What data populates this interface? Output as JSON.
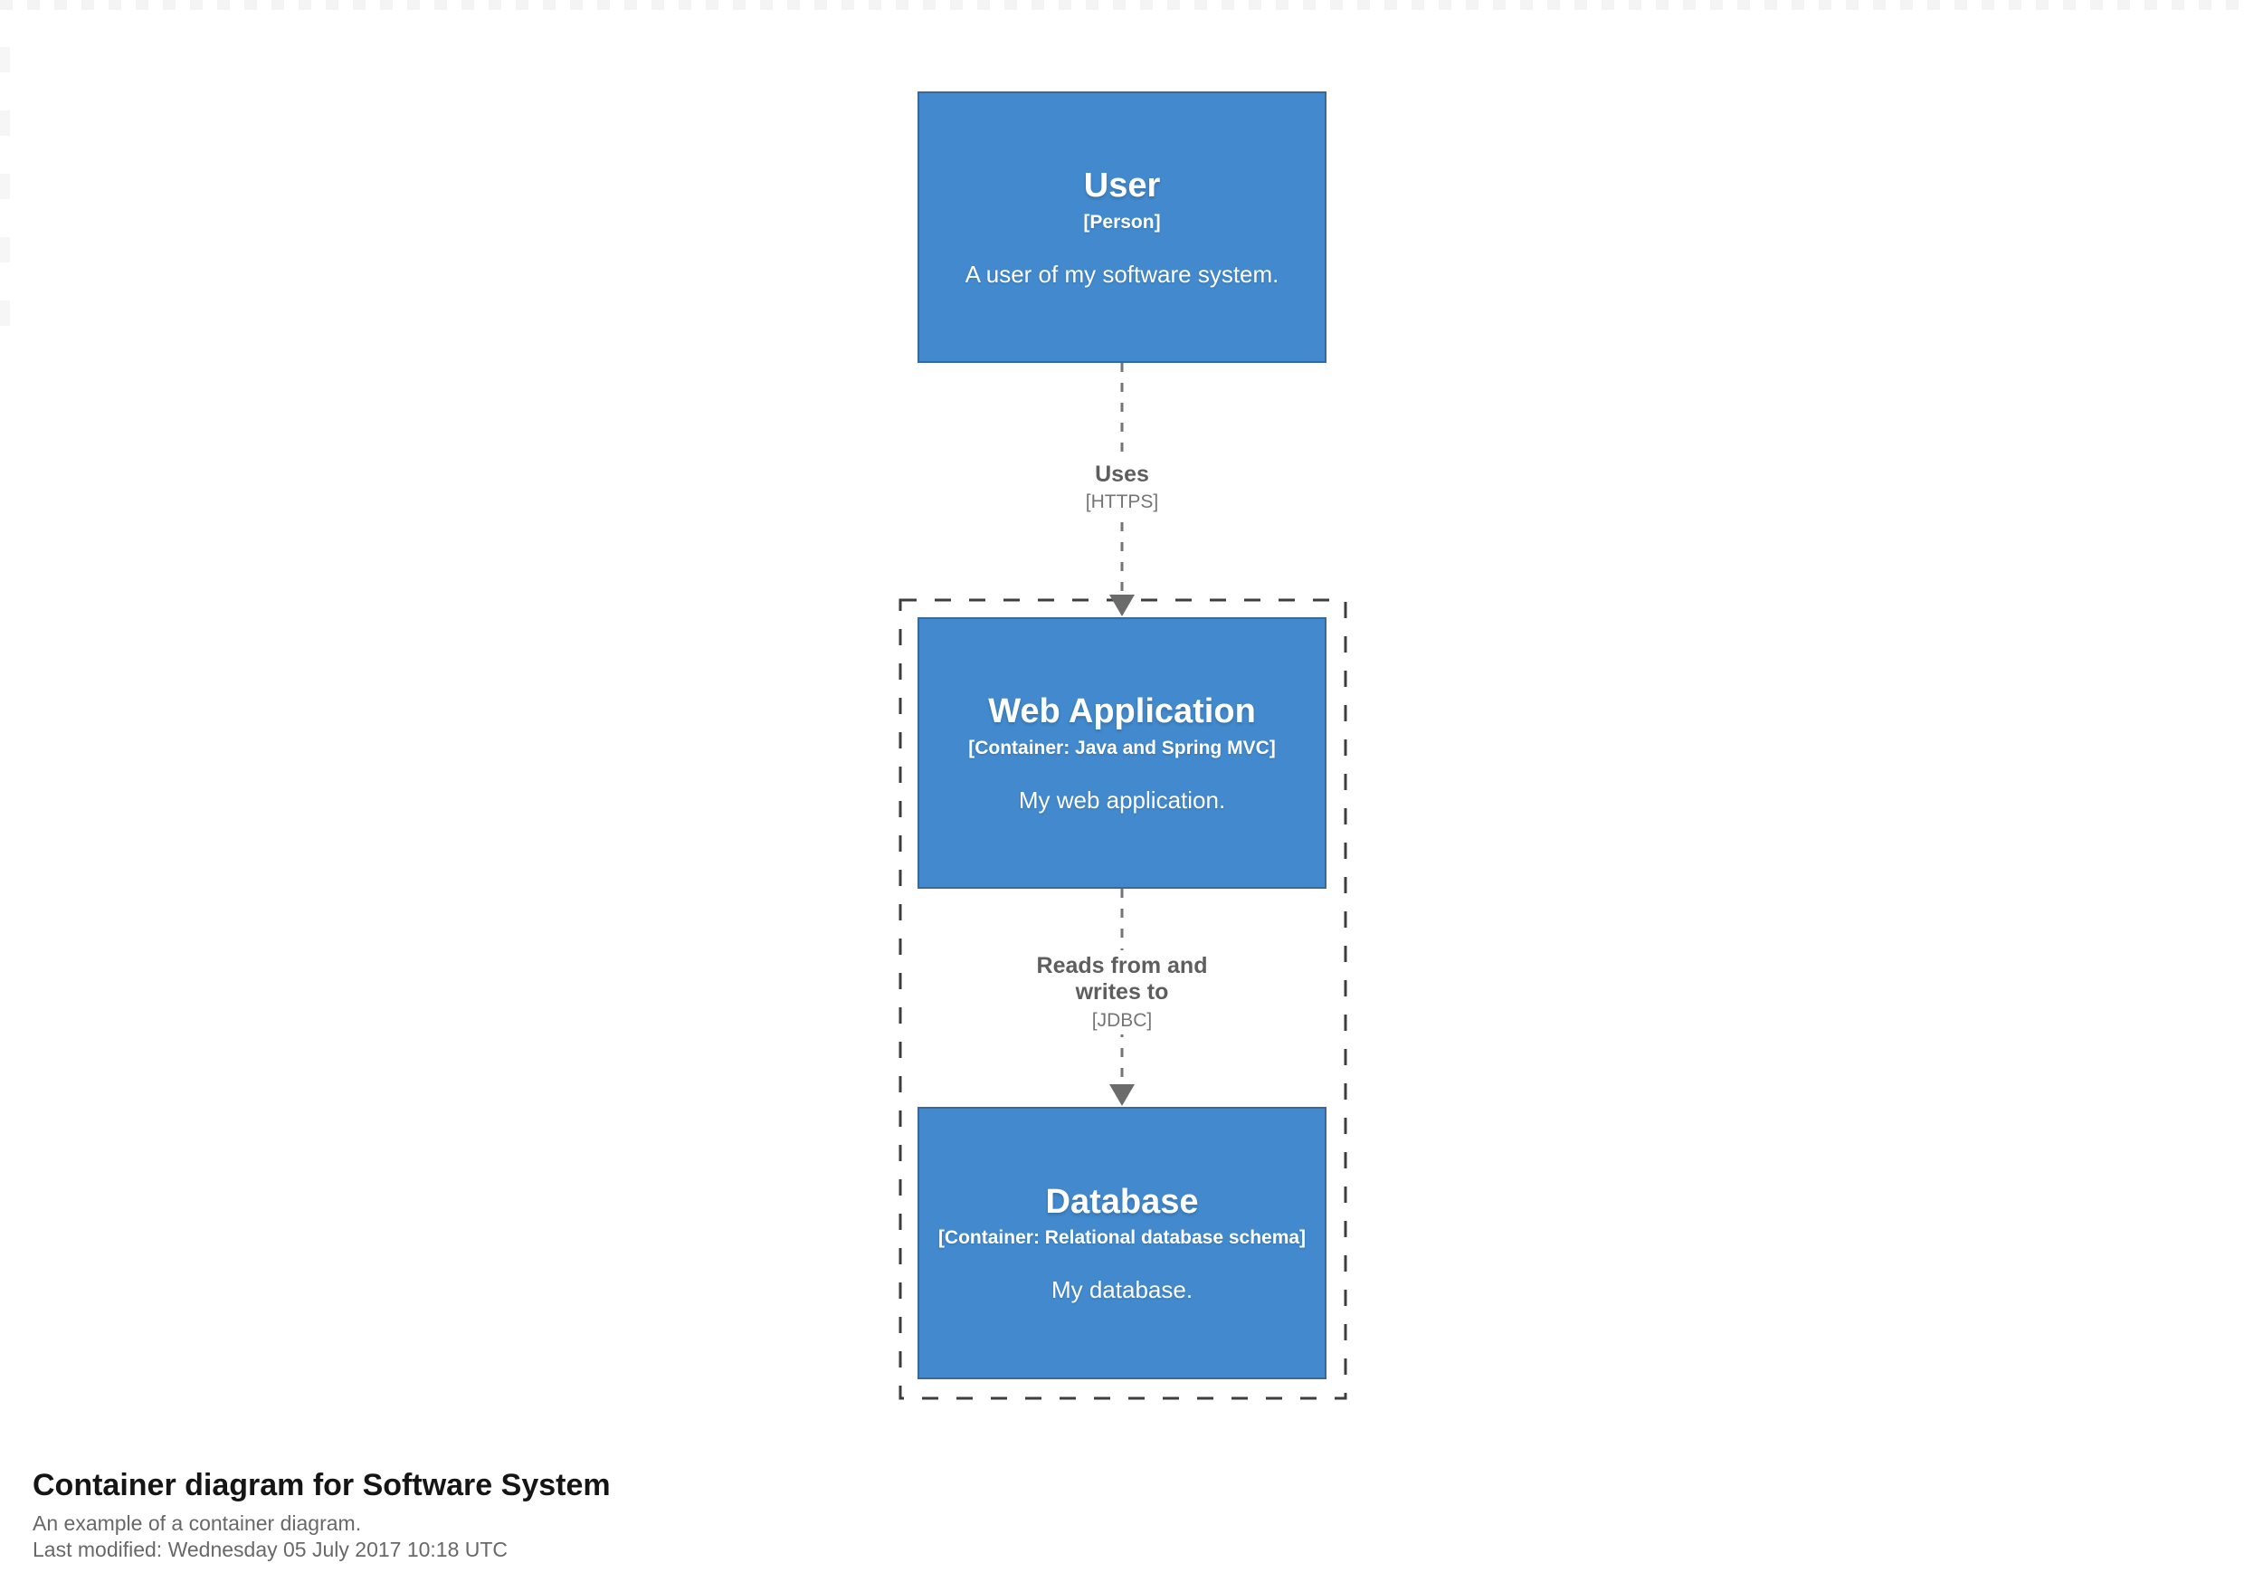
{
  "page": {
    "title": "Container diagram for Software System",
    "description": "An example of a container diagram.",
    "last_modified": "Last modified: Wednesday 05 July 2017 10:18 UTC"
  },
  "colors": {
    "element_fill": "#4289cd",
    "element_border": "#36699e",
    "element_text": "#ffffff",
    "boundary_stroke": "#3d3d3d",
    "relationship_stroke": "#757575",
    "relationship_text": "#5e5e5e"
  },
  "diagram": {
    "nodes": [
      {
        "id": "user",
        "name": "User",
        "meta": "[Person]",
        "description": "A user of my software system."
      },
      {
        "id": "webapp",
        "name": "Web Application",
        "meta": "[Container: Java and Spring MVC]",
        "description": "My web application."
      },
      {
        "id": "database",
        "name": "Database",
        "meta": "[Container: Relational database schema]",
        "description": "My database."
      }
    ],
    "relationships": [
      {
        "id": "uses",
        "label": "Uses",
        "technology": "[HTTPS]"
      },
      {
        "id": "reads",
        "label": "Reads from and writes to",
        "technology": "[JDBC]"
      }
    ]
  }
}
